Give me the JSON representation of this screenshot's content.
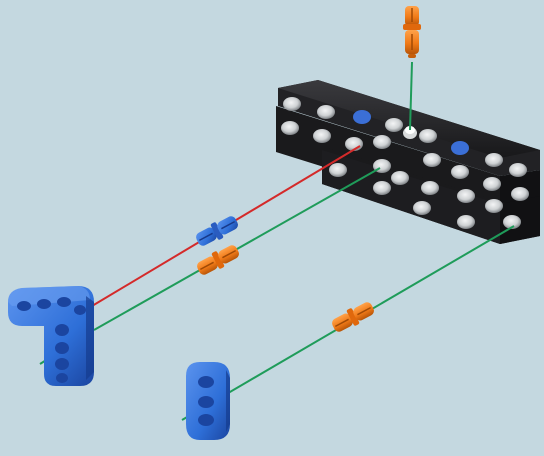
{
  "scene": {
    "background": "#c4d8e0",
    "colors": {
      "beam_body": "#1c1c1e",
      "beam_face": "#2b2b2e",
      "hole_socket": "#d9dbdc",
      "hole_dark": "#6b6f73",
      "orange_pin": "#f07a18",
      "orange_dark": "#b85508",
      "blue_part": "#2e6fd8",
      "blue_dark": "#1b45a0",
      "red_guide": "#d42a2a",
      "green_guide": "#1f9c5a"
    },
    "parts": [
      {
        "kind": "black-beam-stack",
        "icon": "technic-beam-icon"
      },
      {
        "kind": "orange-pin-top",
        "icon": "technic-pin-icon"
      },
      {
        "kind": "blue-pin-middle",
        "icon": "technic-pin-icon"
      },
      {
        "kind": "orange-pin-middle",
        "icon": "technic-pin-icon"
      },
      {
        "kind": "orange-pin-lower",
        "icon": "technic-pin-icon"
      },
      {
        "kind": "blue-l-beam",
        "icon": "technic-l-beam-icon"
      },
      {
        "kind": "blue-small-beam",
        "icon": "technic-beam-icon"
      }
    ]
  }
}
